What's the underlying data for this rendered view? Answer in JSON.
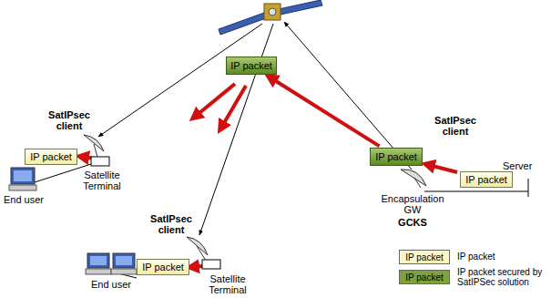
{
  "diagram": {
    "nodes": [
      {
        "text": [
          "IP packet"
        ]
      },
      {
        "text": [
          "IP packet"
        ]
      },
      {
        "text": [
          "IP packet"
        ]
      },
      {
        "text": [
          "IP packet"
        ]
      },
      {
        "text": [
          "IP packet"
        ]
      }
    ],
    "edges": [
      {
        "from": 4,
        "to": 3,
        "arrow": "to"
      },
      {
        "from": 3,
        "to": 0,
        "arrow": "to"
      }
    ],
    "labels": [
      "SatIPsec client",
      "Satellite Terminal",
      "End user",
      "SatIPsec client",
      "Satellite Terminal",
      "End user",
      "SatIPsec client",
      "Encapsulation GW",
      "GCKS",
      "Server",
      "IP packet",
      "IP packet"
    ],
    "legend": [
      {
        "text": "IP packet",
        "color": "#fbf6c4"
      },
      {
        "text": "IP packet secured by SatIPSec solution",
        "color": "#7aa33c"
      }
    ]
  }
}
